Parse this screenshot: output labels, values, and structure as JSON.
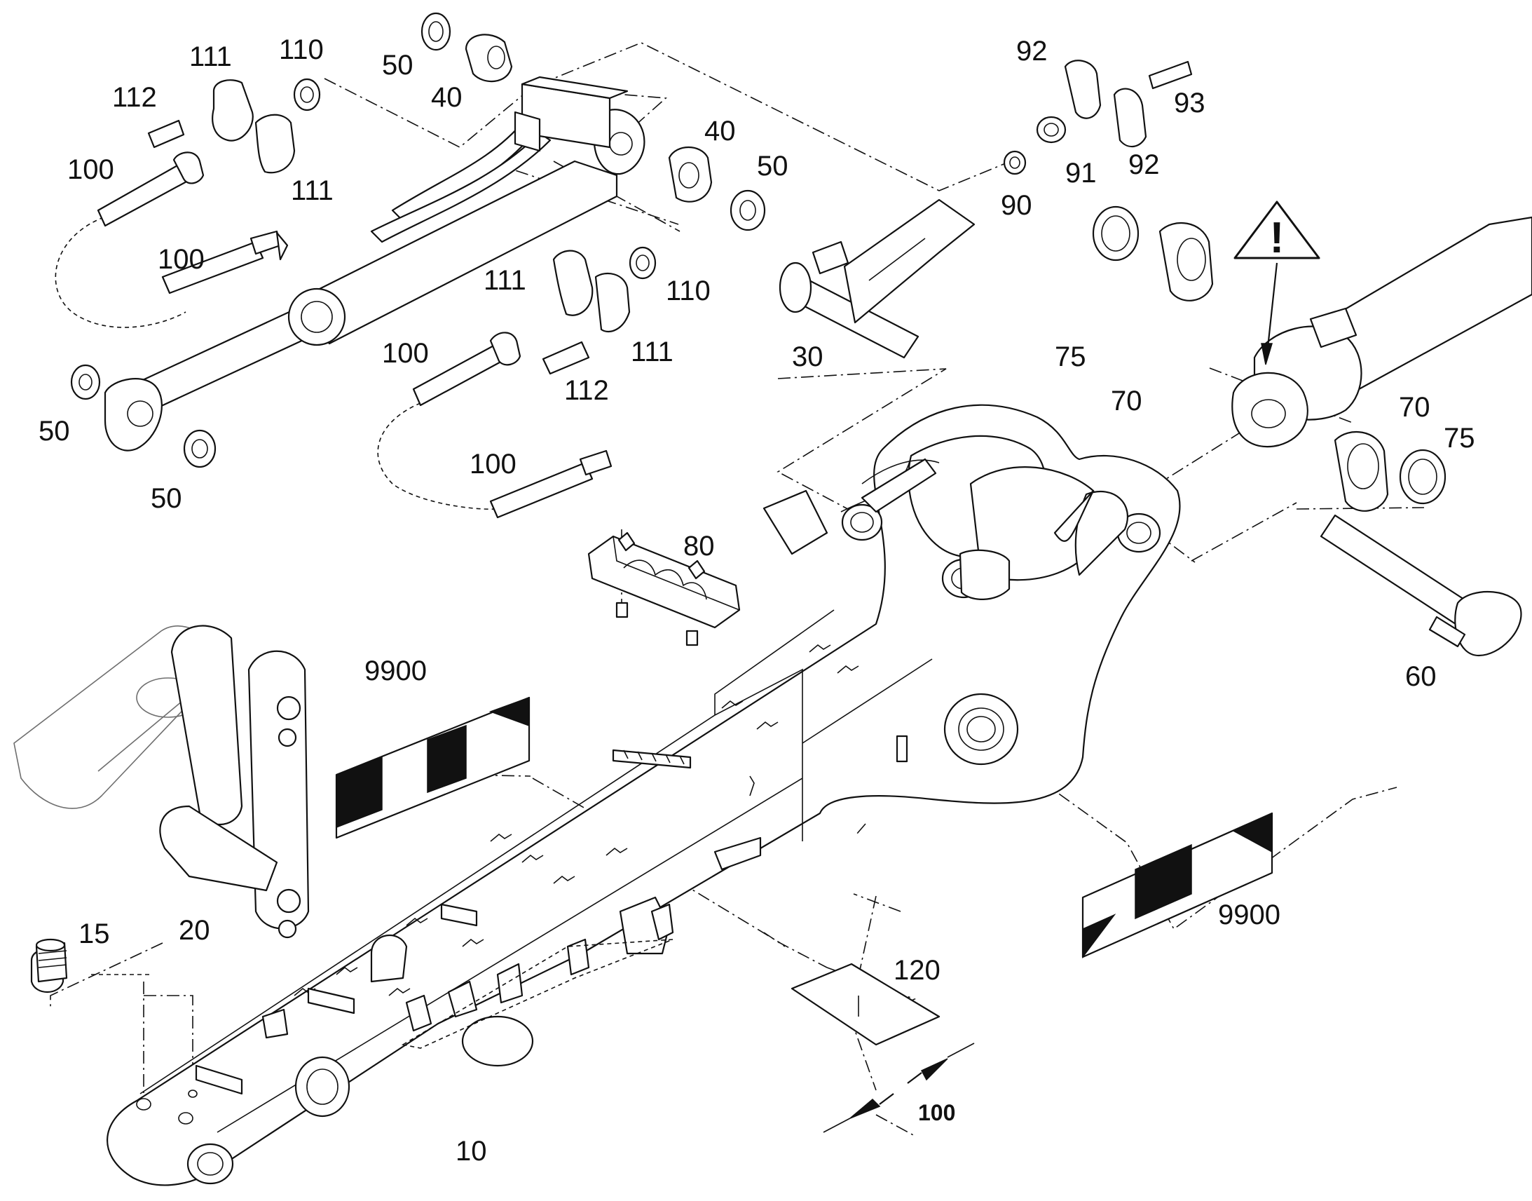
{
  "diagram": {
    "callouts": [
      {
        "id": "c-50-top",
        "text": "50"
      },
      {
        "id": "c-40-top",
        "text": "40"
      },
      {
        "id": "c-111-a",
        "text": "111"
      },
      {
        "id": "c-110-a",
        "text": "110"
      },
      {
        "id": "c-112-a",
        "text": "112"
      },
      {
        "id": "c-100-a",
        "text": "100"
      },
      {
        "id": "c-111-b",
        "text": "111"
      },
      {
        "id": "c-40-mid",
        "text": "40"
      },
      {
        "id": "c-50-mid",
        "text": "50"
      },
      {
        "id": "c-92-a",
        "text": "92"
      },
      {
        "id": "c-93",
        "text": "93"
      },
      {
        "id": "c-91",
        "text": "91"
      },
      {
        "id": "c-92-b",
        "text": "92"
      },
      {
        "id": "c-90",
        "text": "90"
      },
      {
        "id": "c-100-b",
        "text": "100"
      },
      {
        "id": "c-111-c",
        "text": "111"
      },
      {
        "id": "c-110-b",
        "text": "110"
      },
      {
        "id": "c-100-c",
        "text": "100"
      },
      {
        "id": "c-111-d",
        "text": "111"
      },
      {
        "id": "c-112-b",
        "text": "112"
      },
      {
        "id": "c-30",
        "text": "30"
      },
      {
        "id": "c-75-a",
        "text": "75"
      },
      {
        "id": "c-70-a",
        "text": "70"
      },
      {
        "id": "c-70-b",
        "text": "70"
      },
      {
        "id": "c-75-b",
        "text": "75"
      },
      {
        "id": "c-50-left",
        "text": "50"
      },
      {
        "id": "c-50-bot",
        "text": "50"
      },
      {
        "id": "c-100-d",
        "text": "100"
      },
      {
        "id": "c-80",
        "text": "80"
      },
      {
        "id": "c-60",
        "text": "60"
      },
      {
        "id": "c-9900-a",
        "text": "9900"
      },
      {
        "id": "c-9900-b",
        "text": "9900"
      },
      {
        "id": "c-15",
        "text": "15"
      },
      {
        "id": "c-20",
        "text": "20"
      },
      {
        "id": "c-120",
        "text": "120"
      },
      {
        "id": "c-10",
        "text": "10"
      },
      {
        "id": "c-100-dim",
        "text": "100"
      }
    ],
    "warning_symbol": "!",
    "icons": [
      "warning-triangle-icon"
    ]
  }
}
